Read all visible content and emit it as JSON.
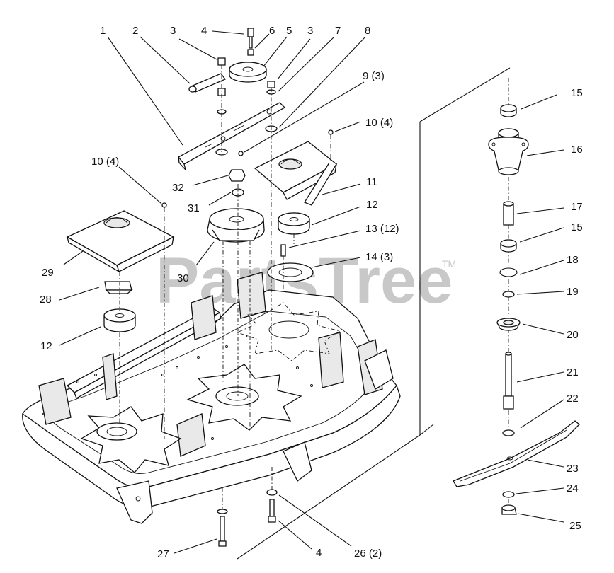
{
  "watermark": {
    "text": "PartsTree",
    "tm": "TM"
  },
  "callouts": [
    {
      "id": "c1",
      "text": "1"
    },
    {
      "id": "c2",
      "text": "2"
    },
    {
      "id": "c3a",
      "text": "3"
    },
    {
      "id": "c4a",
      "text": "4"
    },
    {
      "id": "c6",
      "text": "6"
    },
    {
      "id": "c5",
      "text": "5"
    },
    {
      "id": "c3b",
      "text": "3"
    },
    {
      "id": "c7",
      "text": "7"
    },
    {
      "id": "c8",
      "text": "8"
    },
    {
      "id": "c9",
      "text": "9 (3)"
    },
    {
      "id": "c10a",
      "text": "10 (4)"
    },
    {
      "id": "c10b",
      "text": "10 (4)"
    },
    {
      "id": "c11",
      "text": "11"
    },
    {
      "id": "c12a",
      "text": "12"
    },
    {
      "id": "c12b",
      "text": "12"
    },
    {
      "id": "c13",
      "text": "13 (12)"
    },
    {
      "id": "c14",
      "text": "14  (3)"
    },
    {
      "id": "c15a",
      "text": "15"
    },
    {
      "id": "c15b",
      "text": "15"
    },
    {
      "id": "c16",
      "text": "16"
    },
    {
      "id": "c17",
      "text": "17"
    },
    {
      "id": "c18",
      "text": "18"
    },
    {
      "id": "c19",
      "text": "19"
    },
    {
      "id": "c20",
      "text": "20"
    },
    {
      "id": "c21",
      "text": "21"
    },
    {
      "id": "c22",
      "text": "22"
    },
    {
      "id": "c23",
      "text": "23"
    },
    {
      "id": "c24",
      "text": "24"
    },
    {
      "id": "c25",
      "text": "25"
    },
    {
      "id": "c26",
      "text": "26 (2)"
    },
    {
      "id": "c27",
      "text": "27"
    },
    {
      "id": "c4b",
      "text": "4"
    },
    {
      "id": "c28",
      "text": "28"
    },
    {
      "id": "c29",
      "text": "29"
    },
    {
      "id": "c30",
      "text": "30"
    },
    {
      "id": "c31",
      "text": "31"
    },
    {
      "id": "c32",
      "text": "32"
    }
  ]
}
